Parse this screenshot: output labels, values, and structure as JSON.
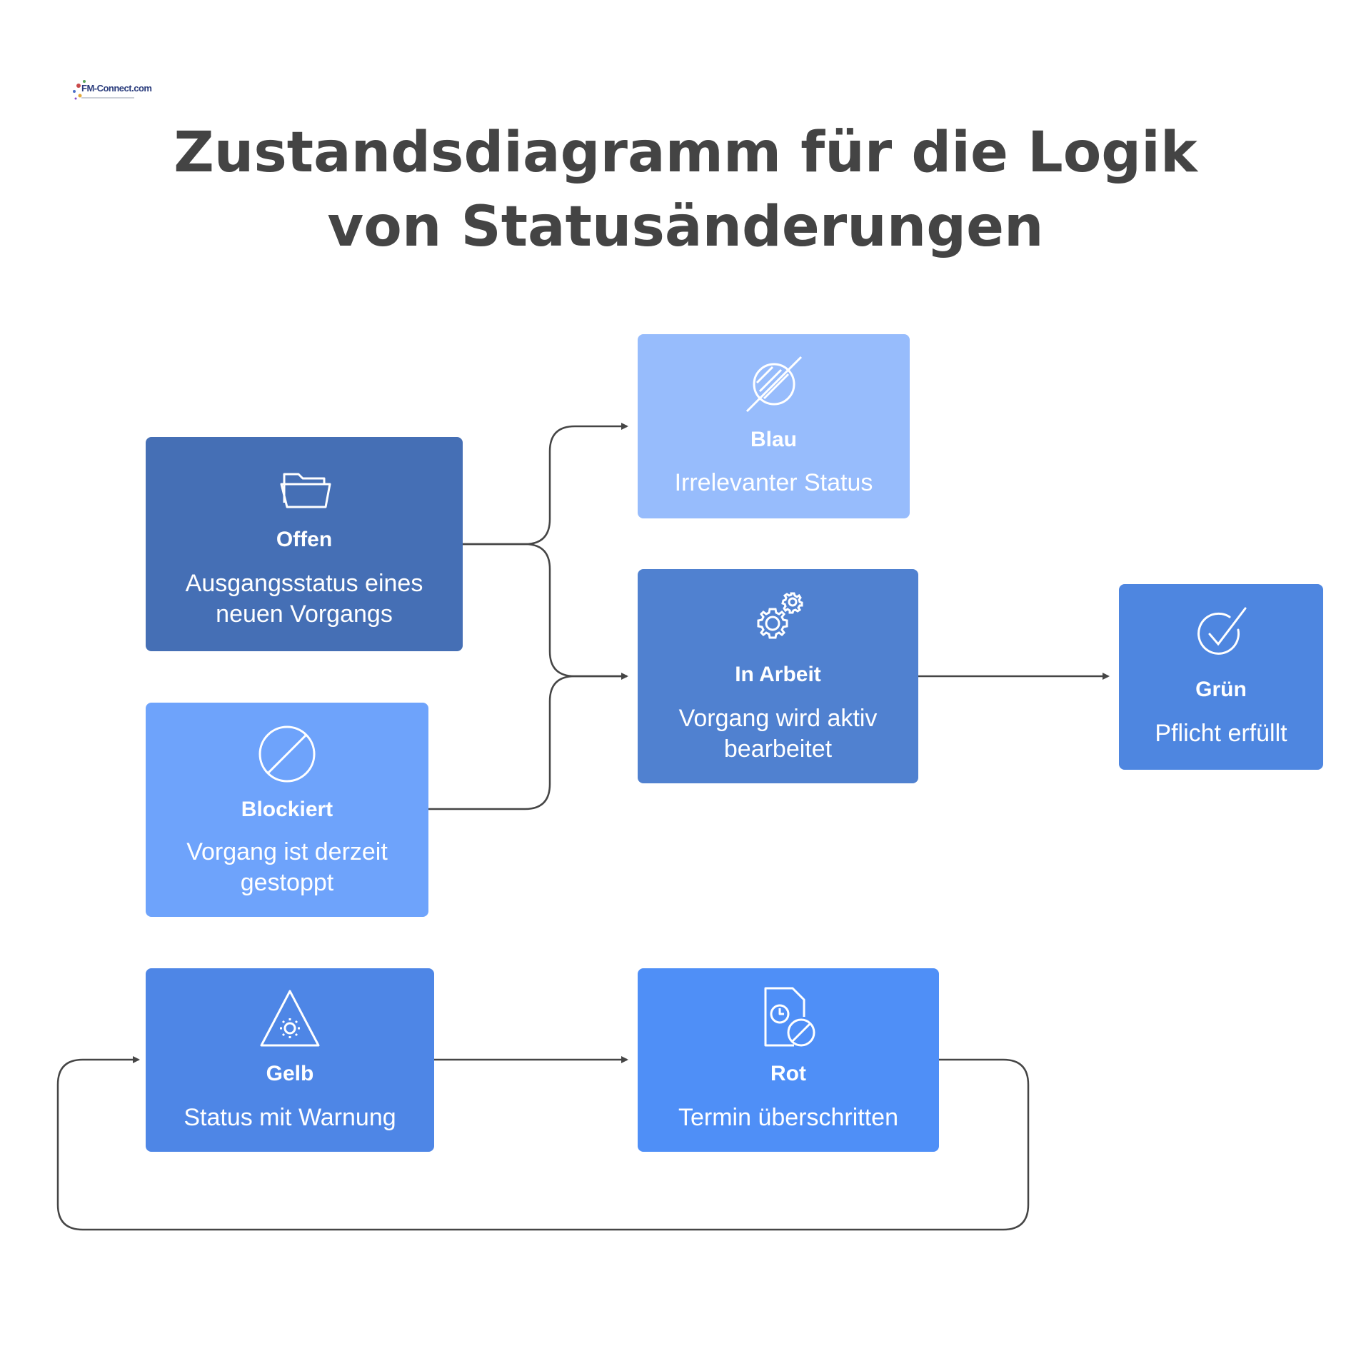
{
  "logo": {
    "text": "FM-Connect.com"
  },
  "title": "Zustandsdiagramm für die Logik von Statusänderungen",
  "colors": {
    "offen": "#456fb5",
    "blau": "#97bcfc",
    "in_arbeit": "#5081d0",
    "gruen": "#4e86e0",
    "blockiert": "#6ea3fb",
    "gelb": "#4e86e6",
    "rot": "#4f8ff7",
    "connector": "#454545"
  },
  "nodes": {
    "offen": {
      "label": "Offen",
      "description": "Ausgangsstatus eines neuen Vorgangs",
      "icon": "folder-icon"
    },
    "blau": {
      "label": "Blau",
      "description": "Irrelevanter Status",
      "icon": "no-entry-icon"
    },
    "in_arbeit": {
      "label": "In Arbeit",
      "description": "Vorgang wird aktiv bearbeitet",
      "icon": "gears-icon"
    },
    "gruen": {
      "label": "Grün",
      "description": "Pflicht erfüllt",
      "icon": "check-circle-icon"
    },
    "blockiert": {
      "label": "Blockiert",
      "description": "Vorgang ist derzeit gestoppt",
      "icon": "blocked-icon"
    },
    "gelb": {
      "label": "Gelb",
      "description": "Status mit Warnung",
      "icon": "warning-triangle-icon"
    },
    "rot": {
      "label": "Rot",
      "description": "Termin überschritten",
      "icon": "document-clock-cancel-icon"
    }
  },
  "transitions": [
    {
      "from": "Offen",
      "to": "Blau"
    },
    {
      "from": "Offen",
      "to": "In Arbeit"
    },
    {
      "from": "Blockiert",
      "to": "In Arbeit"
    },
    {
      "from": "In Arbeit",
      "to": "Grün"
    },
    {
      "from": "Gelb",
      "to": "Rot"
    },
    {
      "from": "Rot",
      "to": "Gelb"
    }
  ]
}
